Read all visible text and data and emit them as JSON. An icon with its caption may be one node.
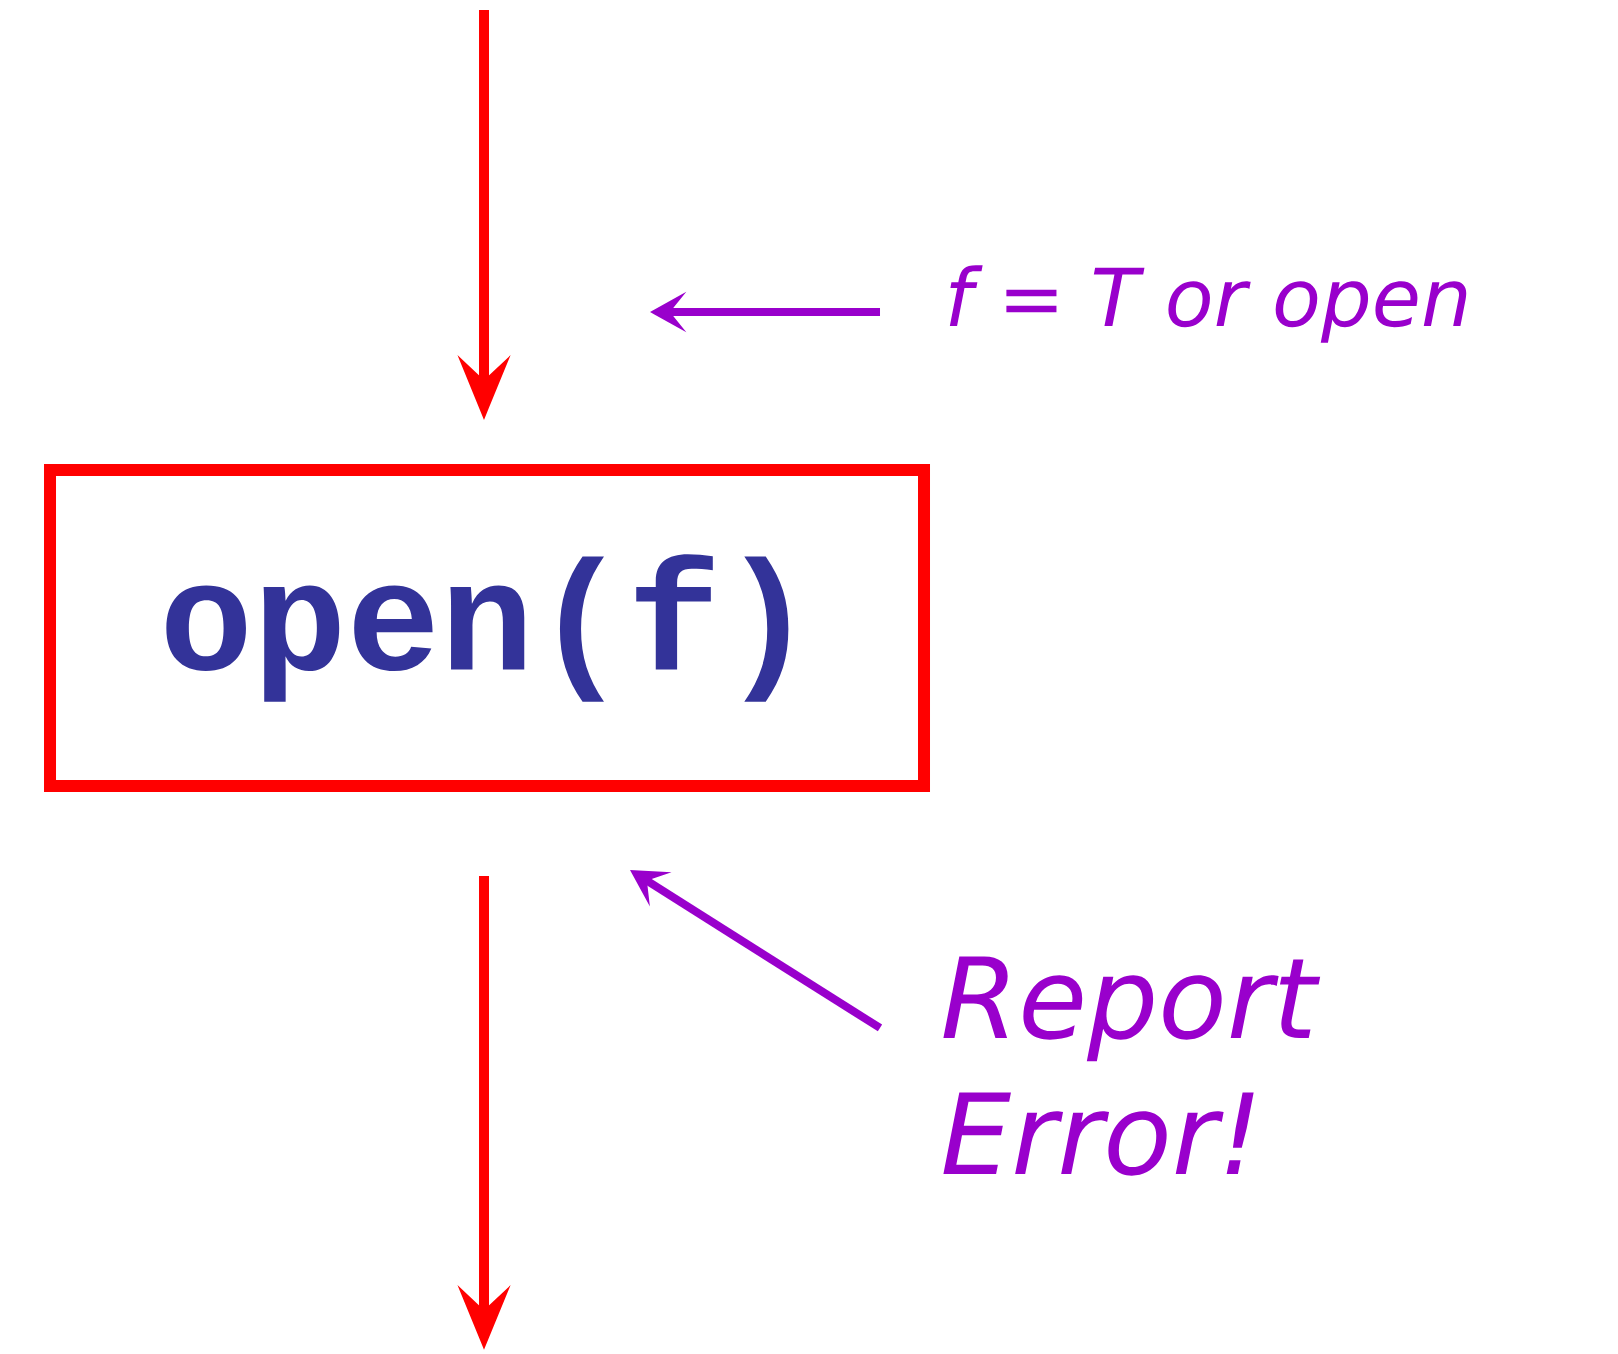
{
  "diagram": {
    "nodes": [
      {
        "text": [
          "open(f)"
        ]
      },
      {
        "text": [
          "f = T or open"
        ]
      },
      {
        "text": [
          "Report Error!"
        ]
      }
    ],
    "edges": [
      {
        "from": null,
        "to": 0,
        "arrow": "to"
      },
      {
        "from": 0,
        "to": null,
        "arrow": "to"
      },
      {
        "from": 1,
        "to": null,
        "arrow": "to",
        "color": "#9900cc"
      },
      {
        "from": 2,
        "to": null,
        "arrow": "to",
        "color": "#9900cc"
      }
    ]
  }
}
